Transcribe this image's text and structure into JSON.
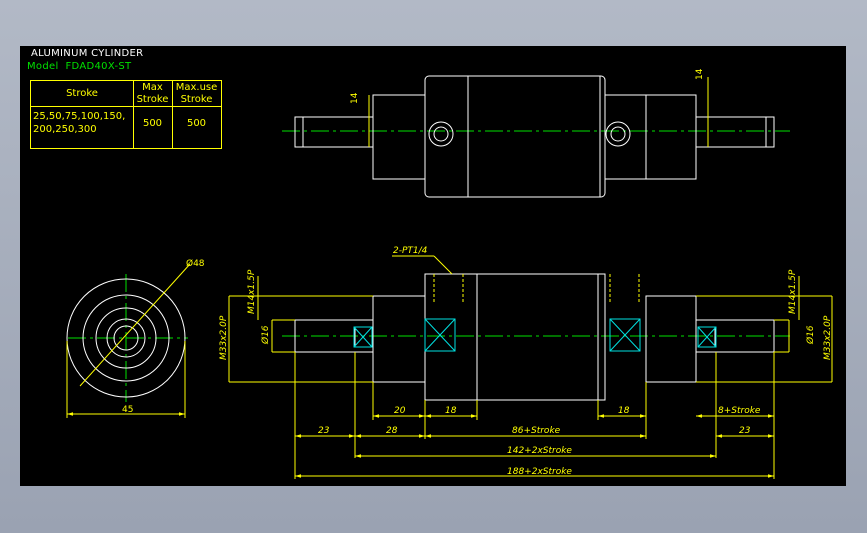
{
  "window": {
    "title_block": "ALUMINUM CYLINDER",
    "model_prefix": "Model",
    "model_code": "FDAD40X-ST"
  },
  "spec_table": {
    "headers": {
      "stroke": "Stroke",
      "max_stroke_1": "Max",
      "max_stroke_2": "Stroke",
      "max_use_1": "Max.use",
      "max_use_2": "Stroke"
    },
    "row": {
      "strokes_1": "25,50,75,100,150,",
      "strokes_2": "200,250,300",
      "max_stroke": "500",
      "max_use_stroke": "500"
    }
  },
  "dimensions": {
    "top_height_left": "14",
    "top_height_right": "14",
    "port": "2-PT1/4",
    "bore_dia": "Ø48",
    "end_width": "45",
    "thread_left": "M14x1.5P",
    "thread_right": "M14x1.5P",
    "rod_dia_left": "Ø16",
    "rod_dia_right": "Ø16",
    "boss_thread_left": "M33x2.0P",
    "boss_thread_right": "M33x2.0P",
    "len_20": "20",
    "len_18_left": "18",
    "len_18_right": "18",
    "len_8_stroke": "8+Stroke",
    "len_23_left": "23",
    "len_28": "28",
    "len_86": "86+Stroke",
    "len_23_right": "23",
    "len_142": "142+2xStroke",
    "len_188": "188+2xStroke"
  },
  "colors": {
    "background": "#000000",
    "outline": "#ffffff",
    "dimension": "#ffff00",
    "centerline": "#00e000",
    "hidden": "#00e0e0",
    "port_label": "#ffff00"
  }
}
